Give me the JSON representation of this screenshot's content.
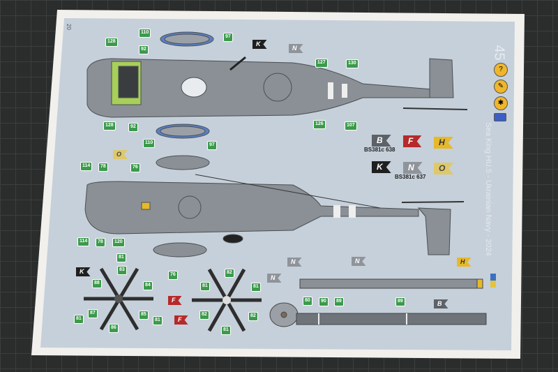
{
  "page_number": "20",
  "set_number": "45",
  "title": "Sea King HU.5 - Ukrainian Navy - 2024",
  "colors": {
    "paper": "#f1f0ec",
    "panel": "#c6d0da",
    "helicopter_grey": "#8a9096",
    "green_tag": "#3c9a4c"
  },
  "legend": {
    "flags": [
      {
        "letter": "B",
        "color": "#5d6268"
      },
      {
        "letter": "F",
        "color": "#b52a2a"
      },
      {
        "letter": "H",
        "color": "#e6b82a"
      },
      {
        "letter": "K",
        "color": "#1f1f1f"
      },
      {
        "letter": "N",
        "color": "#8f949a"
      },
      {
        "letter": "O",
        "color": "#dfc86a"
      }
    ],
    "ref_B": "BS381c 638",
    "ref_N": "BS381c 637"
  },
  "icons": [
    "glue-icon",
    "paint-icon",
    "decal-icon",
    "paint-set-icon"
  ],
  "top_view": {
    "tags": [
      "110",
      "97",
      "128",
      "92",
      "127",
      "130",
      "128",
      "92",
      "126",
      "107",
      "110",
      "97"
    ],
    "flags": [
      "K",
      "N"
    ]
  },
  "side_view": {
    "tags": [
      "114",
      "78",
      "76",
      "114",
      "78",
      "120"
    ],
    "flags": [
      "O",
      "N"
    ]
  },
  "rotor_1": {
    "tags": [
      "81",
      "83",
      "88",
      "84",
      "87",
      "85",
      "81",
      "81",
      "86",
      "76"
    ],
    "flags": [
      "K",
      "F"
    ]
  },
  "rotor_2": {
    "tags": [
      "82",
      "81",
      "81",
      "82",
      "82",
      "81"
    ],
    "flags": [
      "F"
    ]
  },
  "blades": {
    "tags": [
      "80",
      "90",
      "89",
      "89"
    ],
    "flags": [
      "N",
      "N",
      "H",
      "B"
    ]
  }
}
